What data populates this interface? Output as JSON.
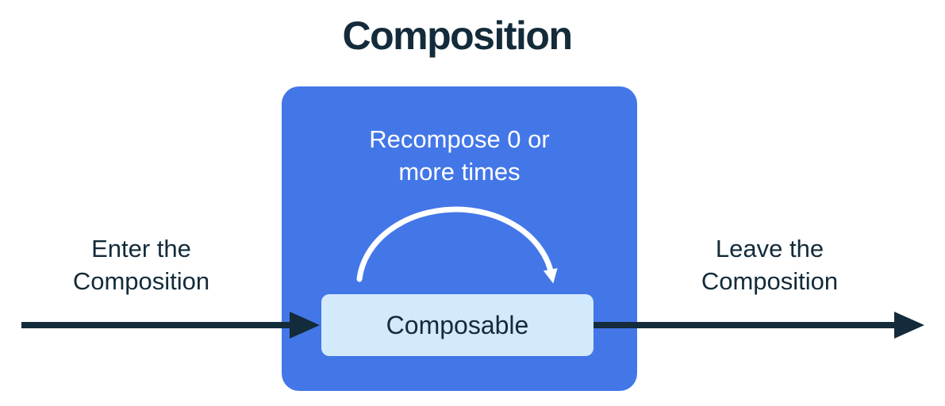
{
  "title": "Composition",
  "labels": {
    "enter": {
      "line1": "Enter the",
      "line2": "Composition"
    },
    "leave": {
      "line1": "Leave the",
      "line2": "Composition"
    },
    "recompose": {
      "line1": "Recompose 0 or",
      "line2": "more times"
    },
    "composable": "Composable"
  },
  "icons": {
    "enter_arrow": "right-arrow",
    "leave_arrow": "right-arrow",
    "recompose_arc": "clockwise-arc-arrow"
  },
  "colors": {
    "box_blue": "#4377E8",
    "composable_fill": "#D3E9FC",
    "dark_navy": "#132B3A",
    "white": "#FFFFFF",
    "background": "#FFFFFF"
  }
}
